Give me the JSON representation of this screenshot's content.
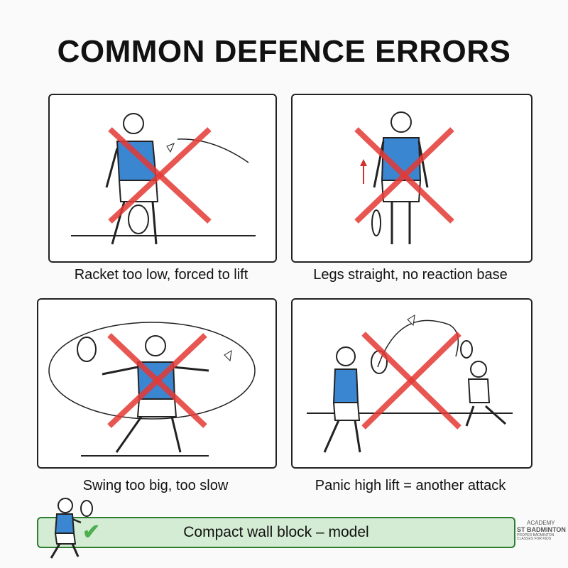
{
  "title": "COMMON DEFENCE ERRORS",
  "panels": [
    {
      "caption": "Racket too low, forced to lift"
    },
    {
      "caption": "Legs straight, no reaction base"
    },
    {
      "caption": "Swing too big, too slow"
    },
    {
      "caption": "Panic high lift = another attack"
    }
  ],
  "model_bar": {
    "label": "Compact wall block – model",
    "icon": "check-icon"
  },
  "logo": {
    "line1": "ACADEMY",
    "line2": "ST BADMINTON",
    "line3": "PROPER BADMINTON CLASSES FOR KIDS"
  },
  "colors": {
    "cross": "#e53935",
    "shirt": "#3b86d1",
    "bar_bg": "#d4ecd3",
    "bar_border": "#2e7d32",
    "check": "#4caf50"
  }
}
